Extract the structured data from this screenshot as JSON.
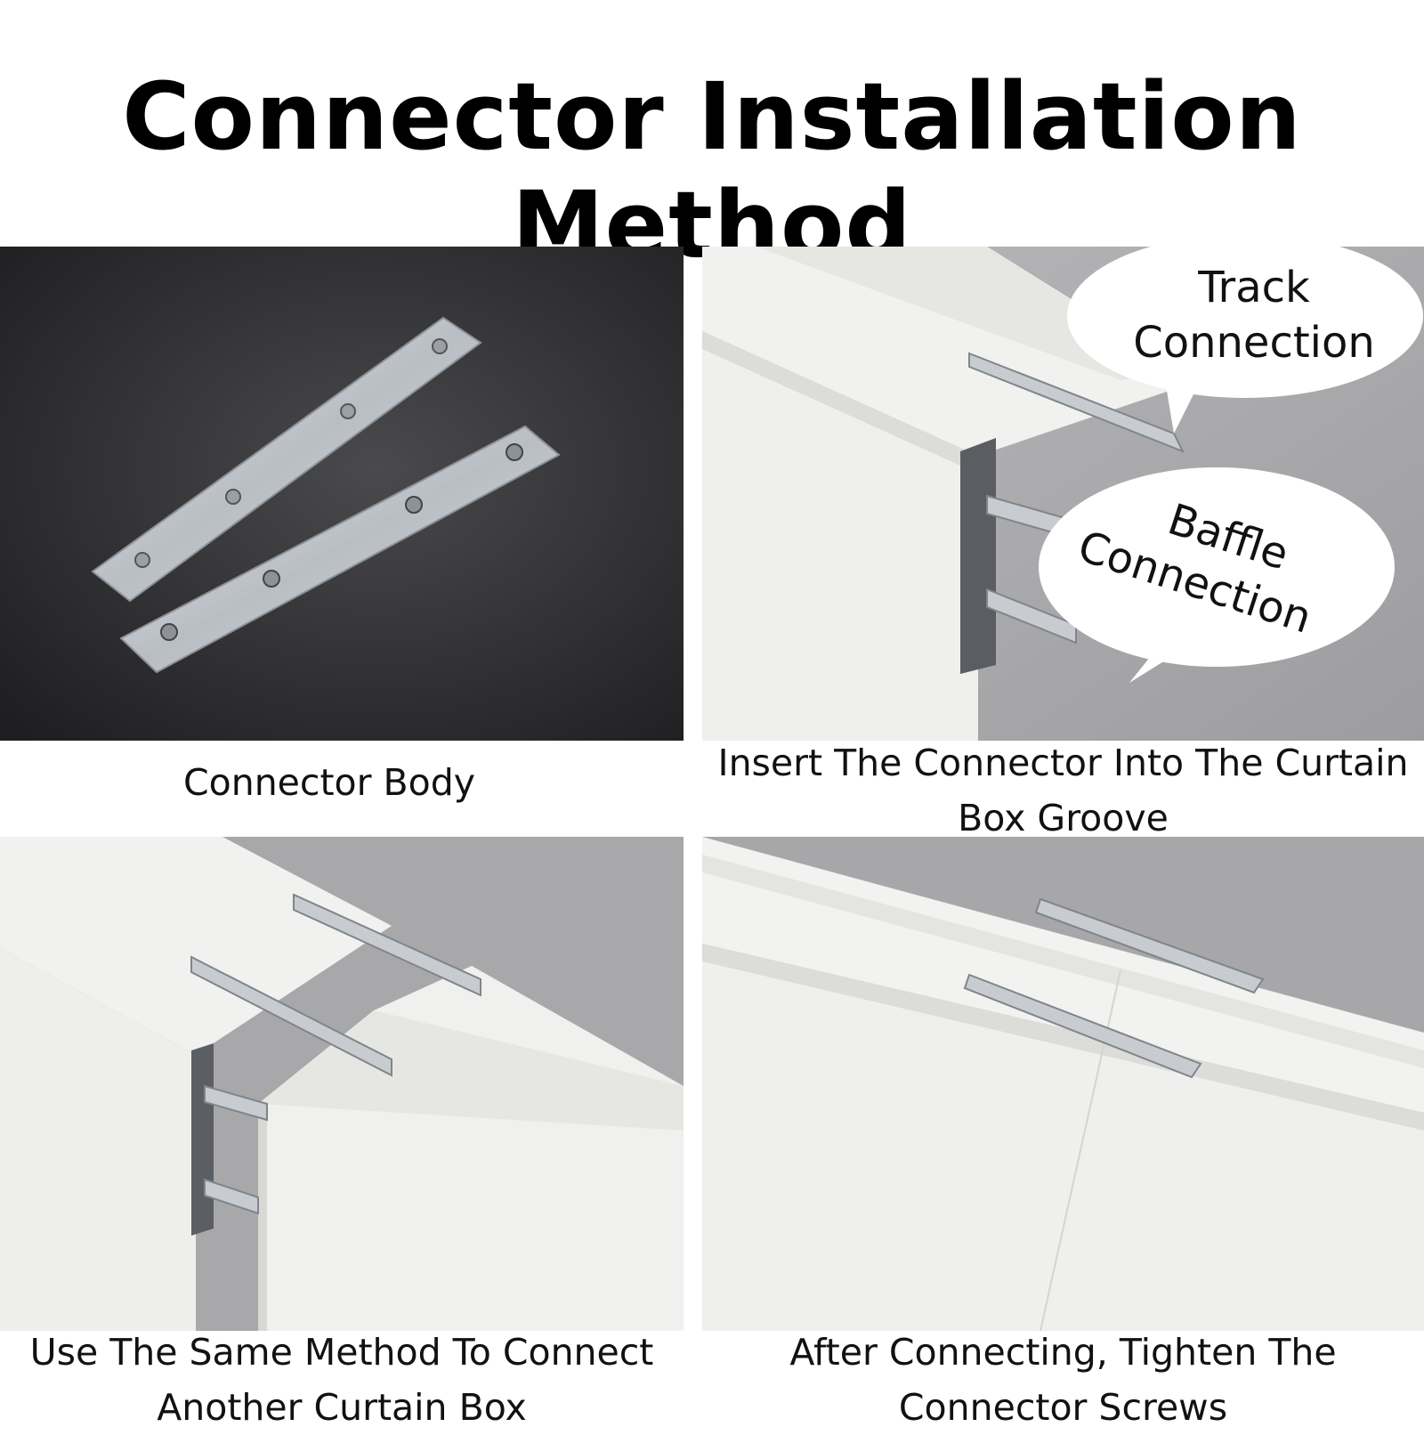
{
  "title": "Connector Installation Method",
  "panels": [
    {
      "caption": "Connector Body"
    },
    {
      "caption": "Insert The Connector Into The Curtain Box Groove",
      "callouts": {
        "track": [
          "Track",
          "Connection"
        ],
        "baffle": [
          "Baffle",
          "Connection"
        ]
      }
    },
    {
      "caption": "Use The Same Method To Connect Another Curtain Box"
    },
    {
      "caption": "After Connecting, Tighten The Connector Screws"
    }
  ],
  "colors": {
    "dark_background": "#2b2b2d",
    "gray_background": "#a9a9ab",
    "box_white": "#f3f3f1",
    "metal": "#c8ccd0"
  }
}
